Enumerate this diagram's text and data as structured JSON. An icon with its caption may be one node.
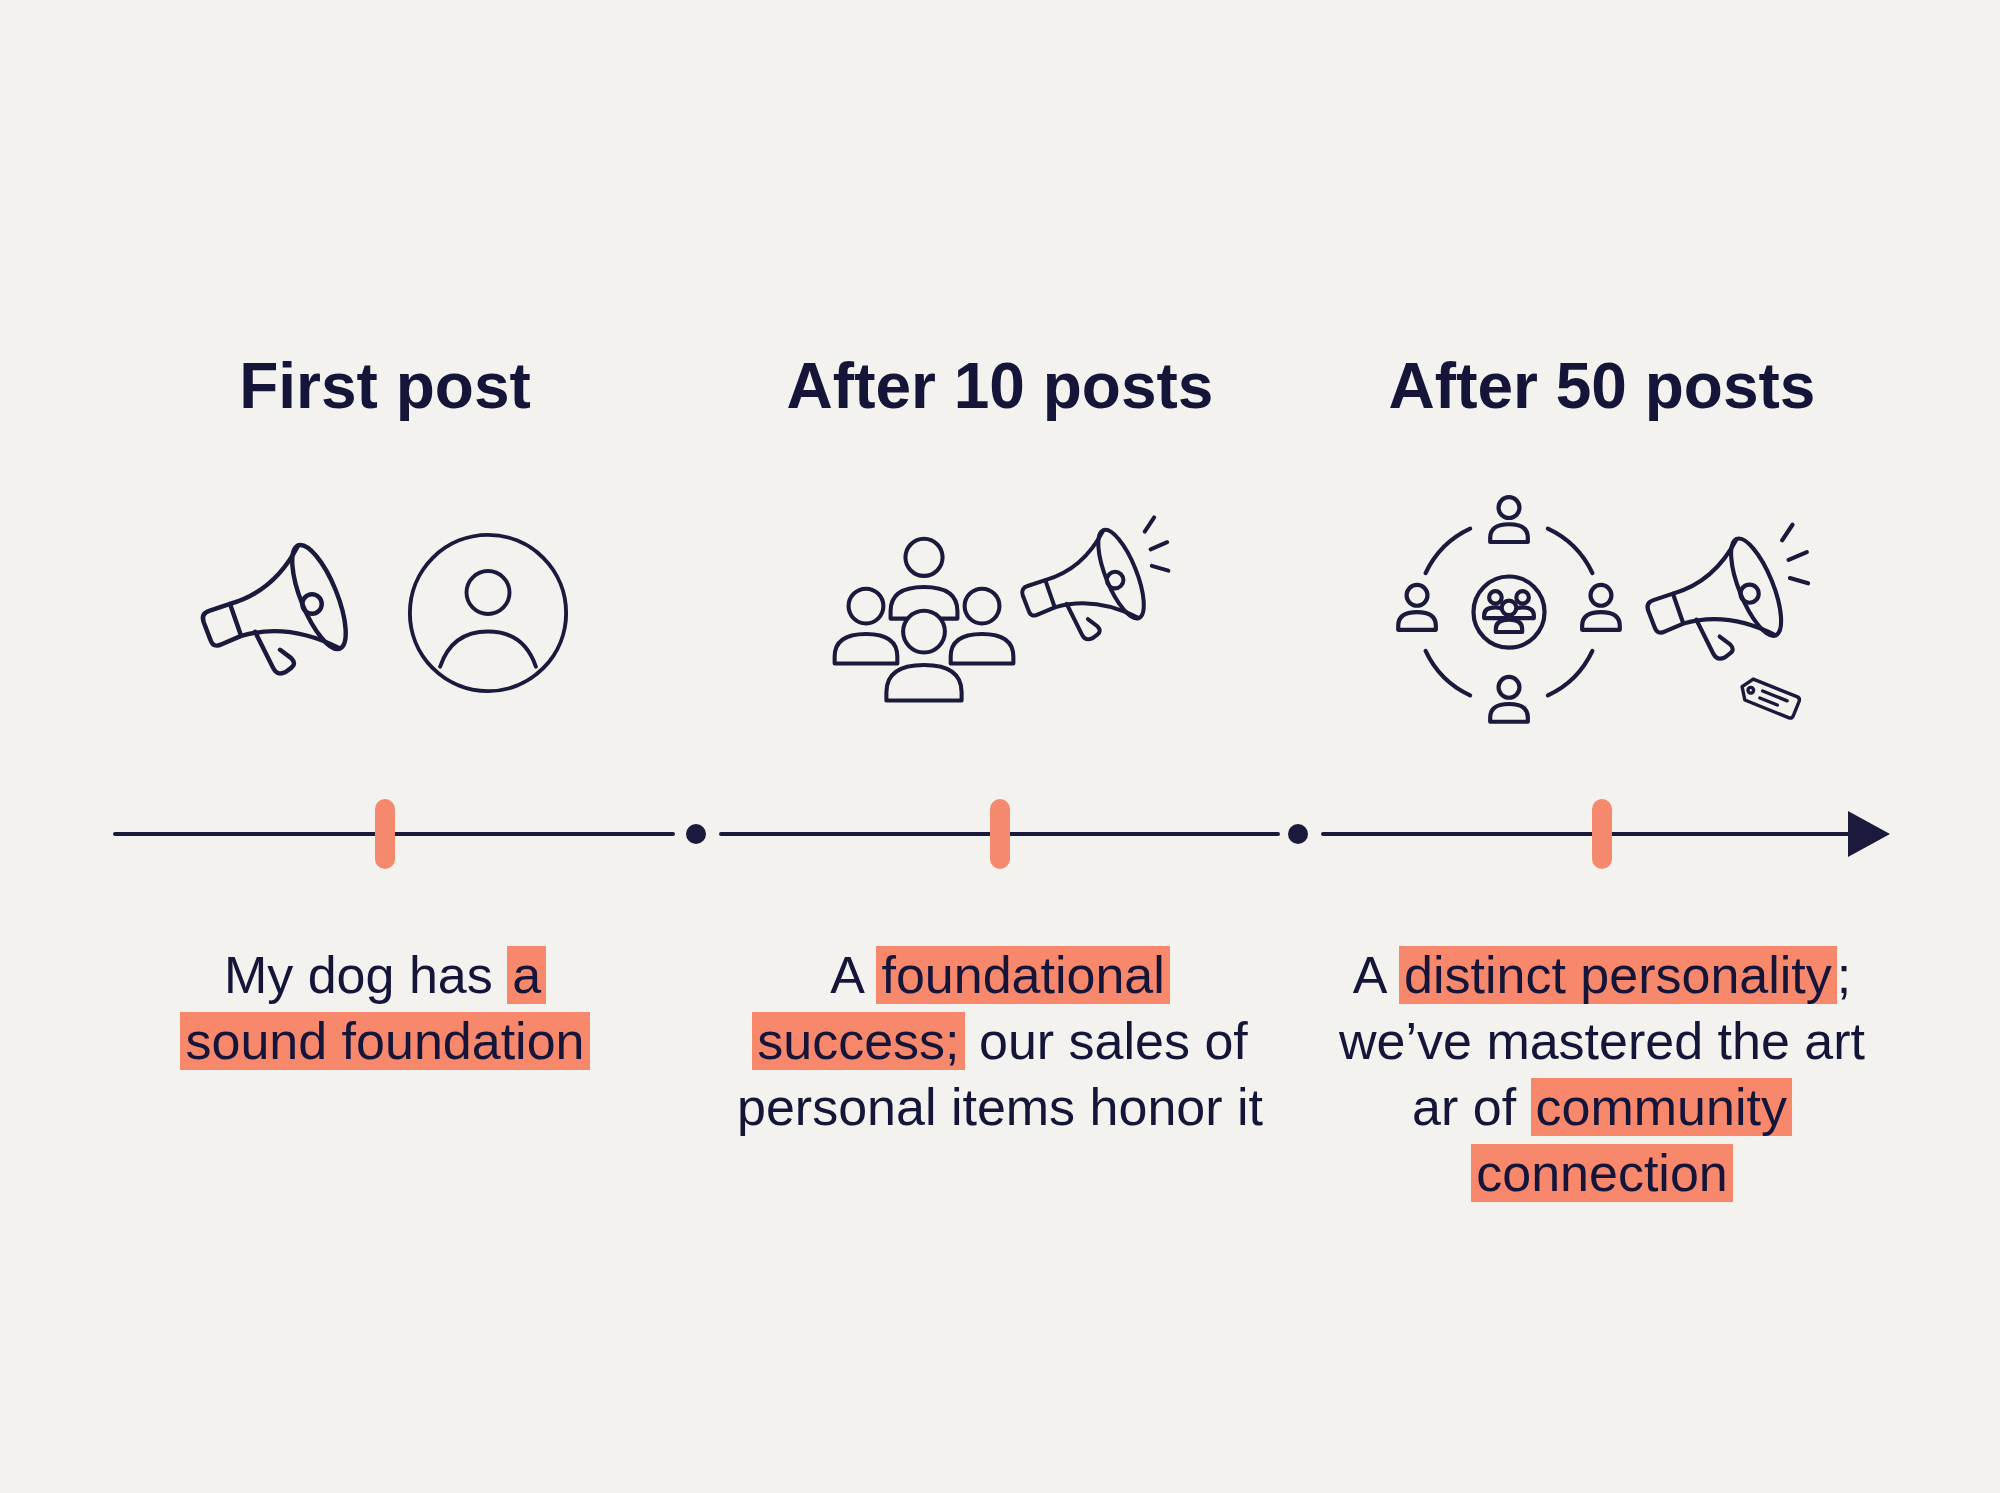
{
  "diagram": {
    "labels": [
      "First post",
      "After 10 posts",
      "After 50 posts",
      "My dog has **a sound foundation**",
      "A **foundational success;** our sales of personal items honor it",
      "A **distinct personality**; we’ve mastered the art ar of **community connection**"
    ]
  }
}
